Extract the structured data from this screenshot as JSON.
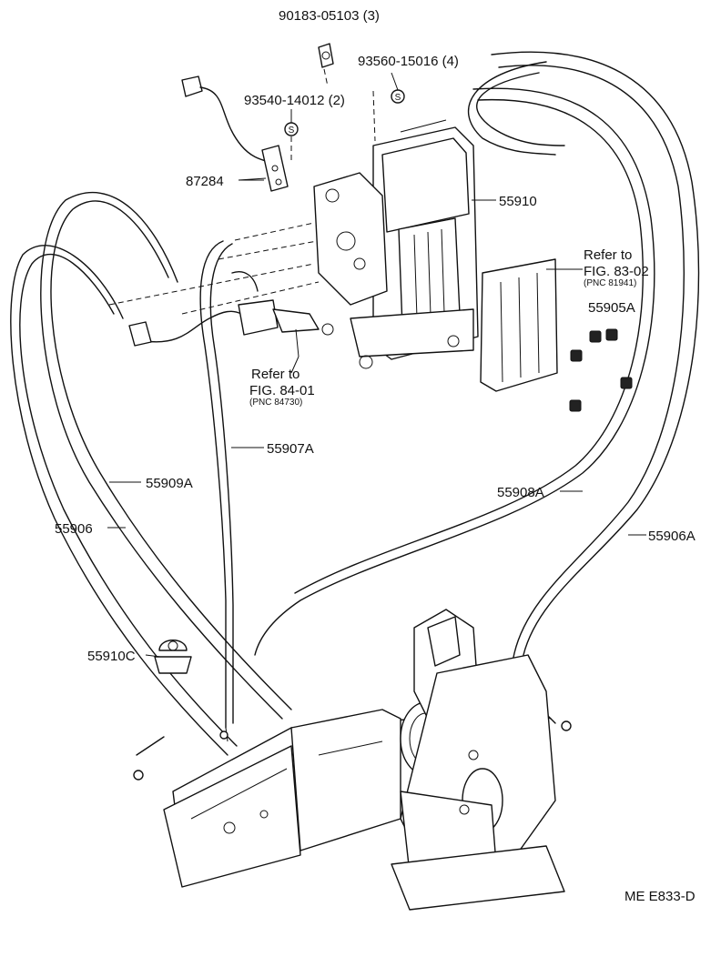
{
  "figure_code": "ME E833-D",
  "callouts": [
    {
      "id": "c90183",
      "text": "90183-05103 (3)"
    },
    {
      "id": "c93560",
      "text": "93560-15016 (4)"
    },
    {
      "id": "c93540",
      "text": "93540-14012 (2)"
    },
    {
      "id": "c87284",
      "text": "87284"
    },
    {
      "id": "c55910",
      "text": "55910"
    },
    {
      "id": "c55905A",
      "text": "55905A"
    },
    {
      "id": "c55907A",
      "text": "55907A"
    },
    {
      "id": "c55909A",
      "text": "55909A"
    },
    {
      "id": "c55908A",
      "text": "55908A"
    },
    {
      "id": "c55906",
      "text": "55906"
    },
    {
      "id": "c55906A",
      "text": "55906A"
    },
    {
      "id": "c55910C",
      "text": "55910C"
    }
  ],
  "references": [
    {
      "line1": "Refer to",
      "line2": "FIG. 83-02",
      "line3": "(PNC 81941)"
    },
    {
      "line1": "Refer to",
      "line2": "FIG. 84-01",
      "line3": "(PNC 84730)"
    }
  ],
  "symbols": {
    "screw_symbol": "S"
  }
}
